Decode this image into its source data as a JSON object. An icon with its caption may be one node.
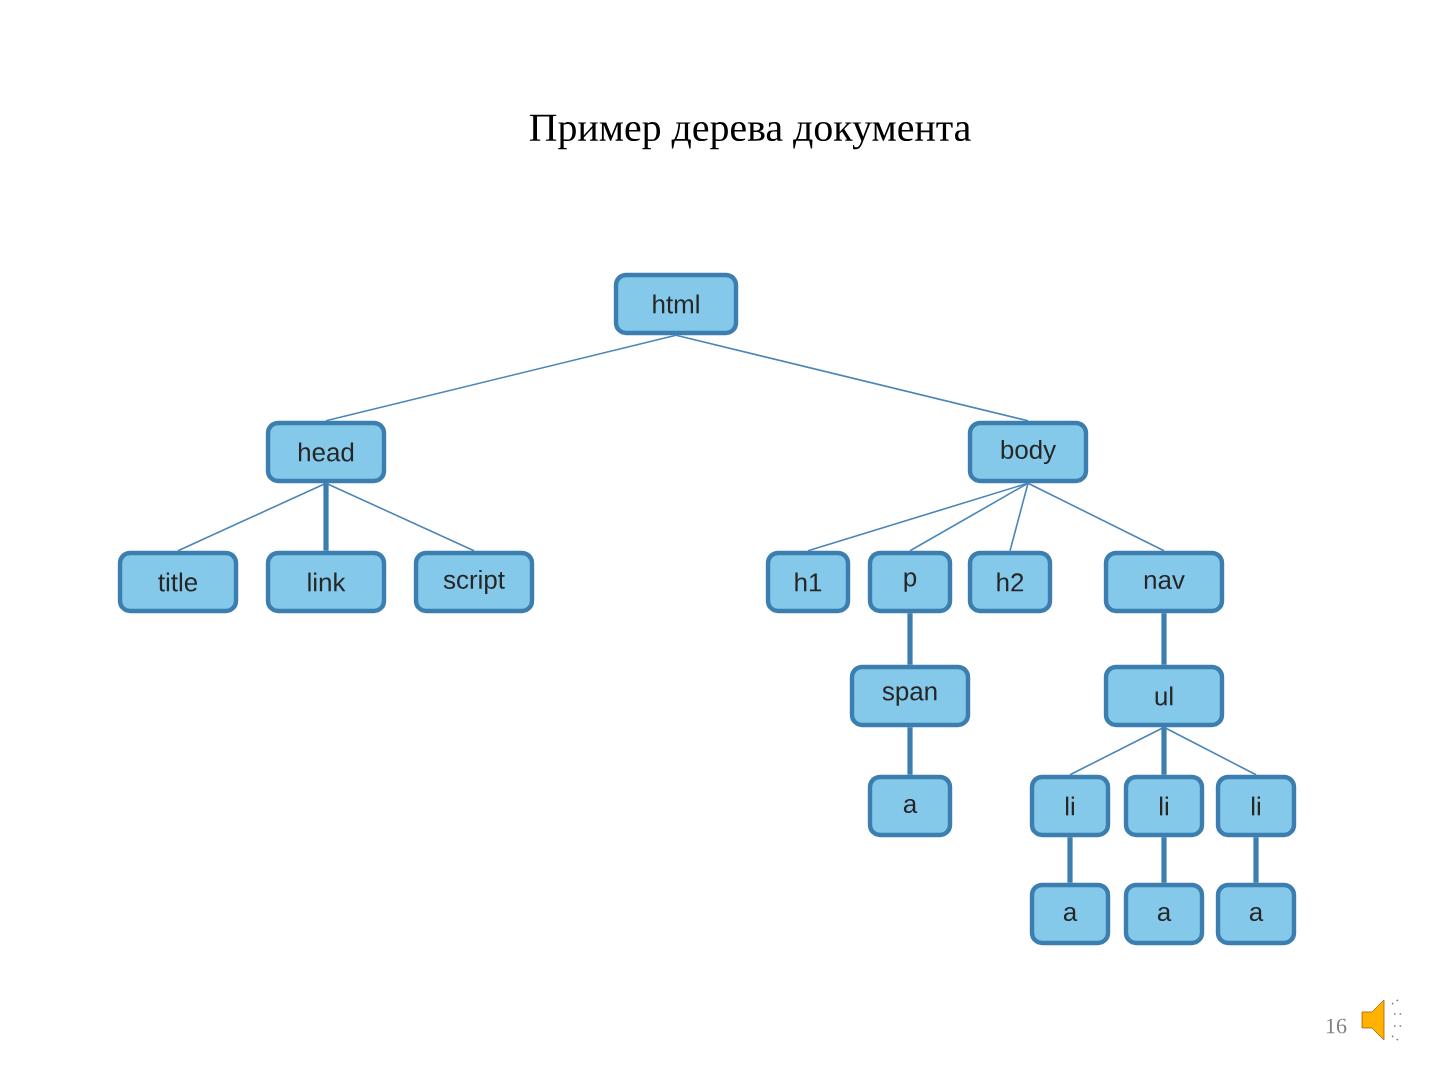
{
  "diagram": {
    "title": "Пример дерева документа",
    "nodes": [
      {
        "text": [
          "html"
        ]
      },
      {
        "text": [
          "head"
        ]
      },
      {
        "text": [
          "body"
        ]
      },
      {
        "text": [
          "title"
        ]
      },
      {
        "text": [
          "link"
        ]
      },
      {
        "text": [
          "script"
        ]
      },
      {
        "text": [
          "h1"
        ]
      },
      {
        "text": [
          "p"
        ]
      },
      {
        "text": [
          "h2"
        ]
      },
      {
        "text": [
          "nav"
        ]
      },
      {
        "text": [
          "span"
        ]
      },
      {
        "text": [
          "a"
        ]
      },
      {
        "text": [
          "ul"
        ]
      },
      {
        "text": [
          "li"
        ]
      },
      {
        "text": [
          "li"
        ]
      },
      {
        "text": [
          "li"
        ]
      },
      {
        "text": [
          "a"
        ]
      },
      {
        "text": [
          "a"
        ]
      },
      {
        "text": [
          "a"
        ]
      }
    ],
    "edges": [
      {
        "from": 0,
        "to": 1,
        "arrow": "none"
      },
      {
        "from": 0,
        "to": 2,
        "arrow": "none"
      },
      {
        "from": 1,
        "to": 3,
        "arrow": "none"
      },
      {
        "from": 1,
        "to": 4,
        "arrow": "none",
        "style": "thick"
      },
      {
        "from": 1,
        "to": 5,
        "arrow": "none"
      },
      {
        "from": 2,
        "to": 6,
        "arrow": "none"
      },
      {
        "from": 2,
        "to": 7,
        "arrow": "none"
      },
      {
        "from": 2,
        "to": 8,
        "arrow": "none"
      },
      {
        "from": 2,
        "to": 9,
        "arrow": "none"
      },
      {
        "from": 7,
        "to": 10,
        "arrow": "none",
        "style": "thick"
      },
      {
        "from": 10,
        "to": 11,
        "arrow": "none",
        "style": "thick"
      },
      {
        "from": 9,
        "to": 12,
        "arrow": "none",
        "style": "thick"
      },
      {
        "from": 12,
        "to": 13,
        "arrow": "none"
      },
      {
        "from": 12,
        "to": 14,
        "arrow": "none",
        "style": "thick"
      },
      {
        "from": 12,
        "to": 15,
        "arrow": "none"
      },
      {
        "from": 13,
        "to": 16,
        "arrow": "none",
        "style": "thick"
      },
      {
        "from": 14,
        "to": 17,
        "arrow": "none",
        "style": "thick"
      },
      {
        "from": 15,
        "to": 18,
        "arrow": "none",
        "style": "thick"
      }
    ],
    "labels": [
      "16"
    ]
  }
}
